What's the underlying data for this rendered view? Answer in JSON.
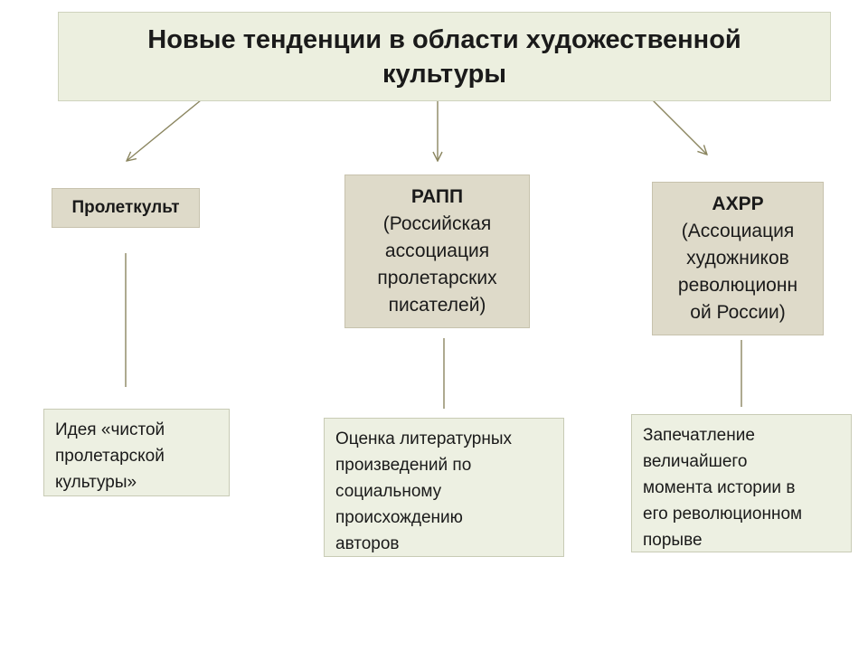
{
  "diagram": {
    "title": "Новые тенденции в области художественной культуры",
    "nodes": [
      {
        "name": "Пролеткульт",
        "full_name_lines": [],
        "idea_lines": [
          "Идея «чистой",
          "пролетарской",
          "культуры»"
        ]
      },
      {
        "name": "РАПП",
        "full_name_lines": [
          "(Российская",
          "ассоциация",
          "пролетарских",
          "писателей)"
        ],
        "idea_lines": [
          "Оценка литературных",
          "произведений по",
          "социальному",
          "происхождению",
          "авторов"
        ]
      },
      {
        "name": "АХРР",
        "full_name_lines": [
          "(Ассоциация",
          "художников",
          "революционн",
          "ой России)"
        ],
        "idea_lines": [
          "Запечатление",
          "величайшего",
          "момента истории в",
          "его революционном",
          "порыве"
        ]
      }
    ],
    "colors": {
      "title_fill": "#ecefdf",
      "org_fill": "#dedac9",
      "idea_fill": "#edf0e2",
      "connector": "#8b8660"
    }
  }
}
